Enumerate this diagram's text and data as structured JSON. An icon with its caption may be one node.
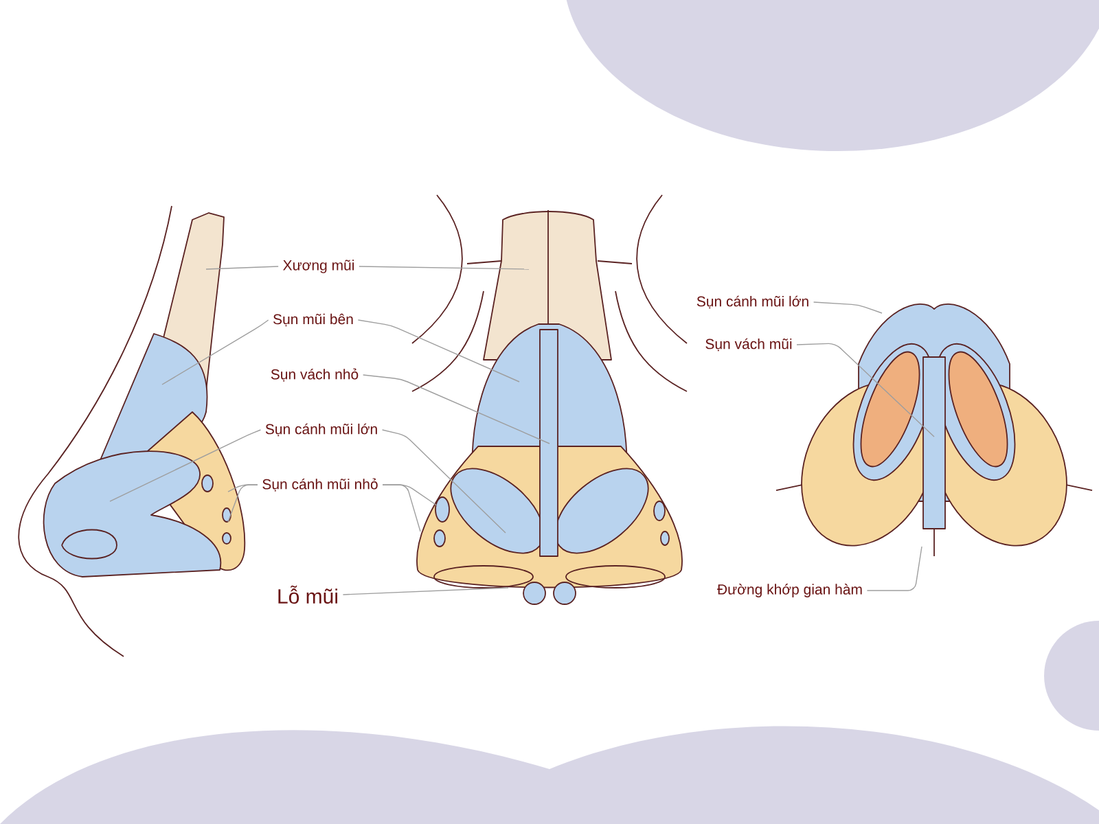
{
  "diagram": {
    "nodes": [
      {
        "text": [
          "Xương mũi"
        ]
      },
      {
        "text": [
          "Sụn mũi bên"
        ]
      },
      {
        "text": [
          "Sụn vách nhỏ"
        ]
      },
      {
        "text": [
          "Sụn cánh mũi lớn"
        ]
      },
      {
        "text": [
          "Sụn cánh mũi nhỏ"
        ]
      },
      {
        "text": [
          "Lỗ mũi"
        ]
      },
      {
        "text": [
          "Sụn cánh mũi lớn"
        ]
      },
      {
        "text": [
          "Sụn vách mũi"
        ]
      },
      {
        "text": [
          "Đường khớp gian hàm"
        ]
      }
    ],
    "edges": [
      {
        "from": 0,
        "to": null,
        "arrow": "none"
      },
      {
        "from": 0,
        "to": null,
        "arrow": "none"
      },
      {
        "from": 1,
        "to": null,
        "arrow": "none"
      },
      {
        "from": 1,
        "to": null,
        "arrow": "none"
      },
      {
        "from": 2,
        "to": null,
        "arrow": "none"
      },
      {
        "from": 3,
        "to": null,
        "arrow": "none"
      },
      {
        "from": 3,
        "to": null,
        "arrow": "none"
      },
      {
        "from": 4,
        "to": null,
        "arrow": "none"
      },
      {
        "from": 4,
        "to": null,
        "arrow": "none"
      },
      {
        "from": 4,
        "to": null,
        "arrow": "none"
      },
      {
        "from": 4,
        "to": null,
        "arrow": "none"
      },
      {
        "from": 5,
        "to": null,
        "arrow": "none"
      },
      {
        "from": 6,
        "to": null,
        "arrow": "none"
      },
      {
        "from": 7,
        "to": null,
        "arrow": "none"
      },
      {
        "from": 8,
        "to": null,
        "arrow": "none"
      }
    ]
  }
}
